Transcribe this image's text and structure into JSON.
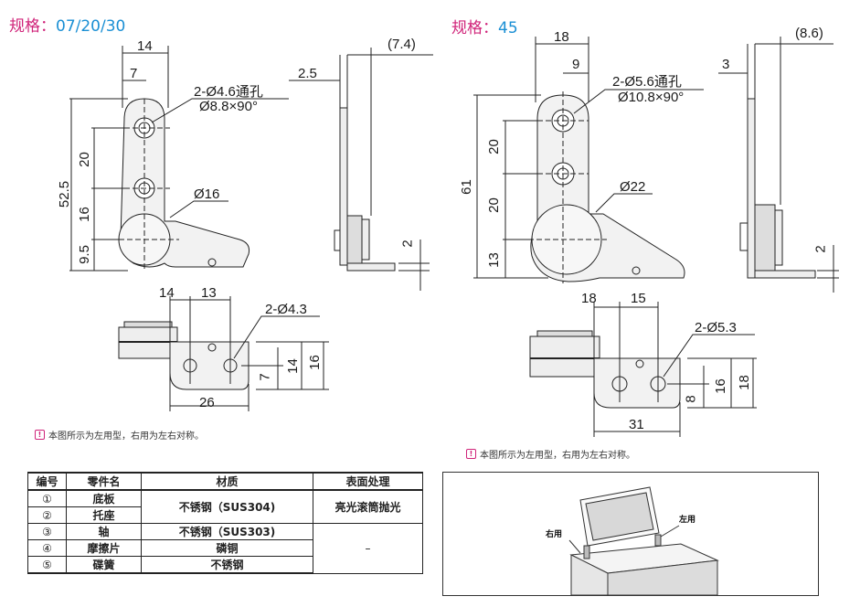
{
  "left": {
    "spec_label": "规格：",
    "spec_value": "07/20/30",
    "dims": {
      "w14": "14",
      "w7": "7",
      "t74": "(7.4)",
      "t25": "2.5",
      "hole": "2-Ø4.6通孔",
      "cs": "Ø8.8×90°",
      "h525": "52.5",
      "h20": "20",
      "h16": "16",
      "h95": "9.5",
      "d16": "Ø16",
      "t2": "2",
      "b14": "14",
      "b13": "13",
      "bhole": "2-Ø4.3",
      "b7": "7",
      "b14v": "14",
      "b16v": "16",
      "b26": "26"
    },
    "note": "本图所示为左用型，右用为左右对称。"
  },
  "right": {
    "spec_label": "规格：",
    "spec_value": "45",
    "dims": {
      "w18": "18",
      "w9": "9",
      "t86": "(8.6)",
      "t3": "3",
      "hole": "2-Ø5.6通孔",
      "cs": "Ø10.8×90°",
      "h61": "61",
      "h20a": "20",
      "h20b": "20",
      "h13": "13",
      "d22": "Ø22",
      "t2": "2",
      "b18": "18",
      "b15": "15",
      "bhole": "2-Ø5.3",
      "b8": "8",
      "b16v": "16",
      "b18v": "18",
      "b31": "31"
    },
    "note": "本图所示为左用型，右用为左右对称。"
  },
  "warn_icon": "!",
  "table": {
    "headers": [
      "编号",
      "零件名",
      "材质",
      "表面处理"
    ],
    "rows": [
      {
        "no": "①",
        "name": "底板"
      },
      {
        "no": "②",
        "name": "托座"
      },
      {
        "no": "③",
        "name": "轴"
      },
      {
        "no": "④",
        "name": "摩擦片"
      },
      {
        "no": "⑤",
        "name": "碟簧"
      }
    ],
    "mat_12": "不锈钢（SUS304)",
    "mat_3": "不锈钢（SUS303)",
    "mat_4": "磷铜",
    "mat_5": "不锈钢",
    "surf_12": "亮光滚筒抛光",
    "surf_345": "–"
  },
  "scene": {
    "left_label": "左用",
    "right_label": "右用"
  }
}
